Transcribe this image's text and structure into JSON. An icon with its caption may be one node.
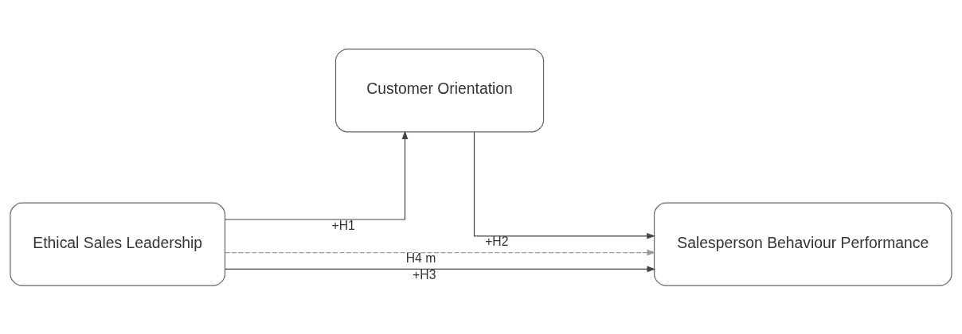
{
  "diagram": {
    "nodes": [
      {
        "text": [
          "Customer Orientation"
        ]
      },
      {
        "text": [
          "Ethical Sales Leadership"
        ]
      },
      {
        "text": [
          "Salesperson Behaviour Performance"
        ]
      }
    ],
    "edges": [
      {
        "from": 1,
        "to": 0,
        "arrow": "to",
        "label": "+H1"
      },
      {
        "from": 0,
        "to": 2,
        "arrow": "to",
        "label": "+H2"
      },
      {
        "from": 1,
        "to": 2,
        "arrow": "to",
        "label": "+H3"
      },
      {
        "from": 1,
        "to": 2,
        "arrow": "to",
        "label": "H4 m",
        "style": "dashed",
        "color": "#9a9a9a"
      }
    ]
  }
}
